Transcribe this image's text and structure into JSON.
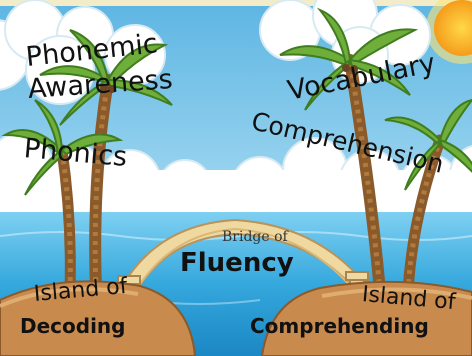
{
  "left_island": {
    "skills": [
      "Phonemic",
      "Awareness",
      "Phonics"
    ],
    "label_small": "Island of",
    "label_big": "Decoding"
  },
  "right_island": {
    "skills": [
      "Vocabulary",
      "Comprehension"
    ],
    "label_small": "Island of",
    "label_big": "Comprehending"
  },
  "bridge": {
    "label_small": "Bridge of",
    "label_big": "Fluency"
  },
  "colors": {
    "sky": "#77c3e6",
    "sea": "#2e9fd6",
    "sand": "#c98a4e",
    "bridge": "#f0d9a0",
    "palm": "#6fae3a",
    "sun": "#f7b62b"
  }
}
